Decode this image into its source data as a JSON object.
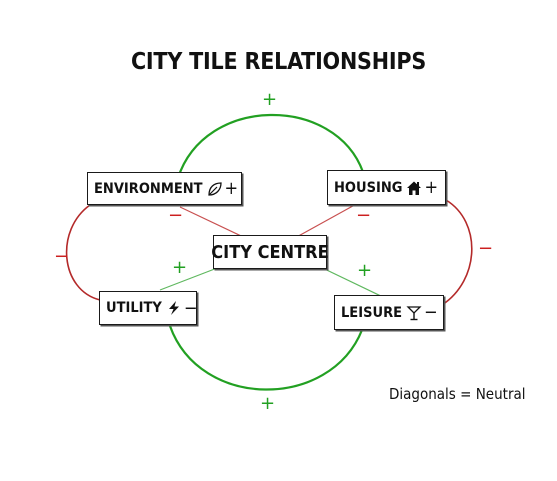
{
  "title": "CITY TILE RELATIONSHIPS",
  "nodes": {
    "environment": {
      "label": "ENVIRONMENT",
      "icon": "leaf-icon",
      "sign": "+"
    },
    "housing": {
      "label": "HOUSING",
      "icon": "house-icon",
      "sign": "+"
    },
    "city_centre": {
      "label": "CITY CENTRE"
    },
    "utility": {
      "label": "UTILITY",
      "icon": "lightning-icon",
      "sign": "−"
    },
    "leisure": {
      "label": "LEISURE",
      "icon": "cocktail-icon",
      "sign": "−"
    }
  },
  "relations": {
    "environment_housing": "+",
    "utility_leisure": "+",
    "environment_utility": "−",
    "housing_leisure": "−",
    "environment_centre": "−",
    "housing_centre": "−",
    "utility_centre": "+",
    "leisure_centre": "+"
  },
  "note": "Diagonals = Neutral",
  "colors": {
    "positive": "#22a022",
    "negative": "#cc1f1f",
    "box_border": "#1a1a1a"
  }
}
